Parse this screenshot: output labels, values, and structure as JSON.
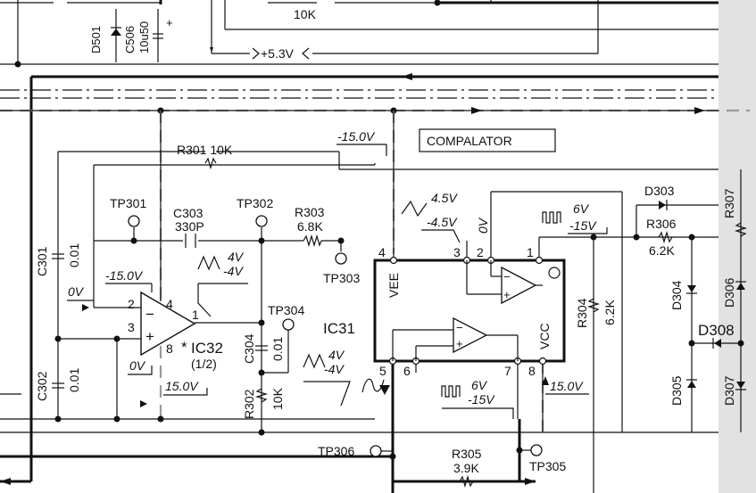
{
  "labels": {
    "d501": "D501",
    "c506": "C506",
    "c506_val": "10u50",
    "plus": "+",
    "r10k": "10K",
    "v53": "+5.3V",
    "comparator": "COMPALATOR",
    "r301": "R301 10K",
    "m15_top": "-15.0V",
    "tp301": "TP301",
    "c303": "C303",
    "c303_val": "330P",
    "tp302": "TP302",
    "r303": "R303",
    "r303_val": "6.8K",
    "tp303": "TP303",
    "c301": "C301",
    "c301_val": "0.01",
    "m15_left": "-15.0V",
    "zero_v_left": "0V",
    "pin2": "2",
    "pin3": "3",
    "pin4": "4",
    "pin1": "1",
    "pin8": "8",
    "wave_4v_a": "4V",
    "wave_m4v_a": "-4V",
    "ic32": "IC32",
    "ic32_half": "(1/2)",
    "star": "*",
    "c304": "C304",
    "c304_val": "0.01",
    "tp304": "TP304",
    "zero_v_mid": "0V",
    "v15_left": "15.0V",
    "c302": "C302",
    "c302_val": "0.01",
    "r302": "R302",
    "r302_val": "10K",
    "wave_4v_b": "4V",
    "wave_m4v_b": "-4V",
    "ic31": "IC31",
    "vee": "VEE",
    "vcc": "VCC",
    "p4": "4",
    "p3": "3",
    "p2": "2",
    "p1": "1",
    "p5": "5",
    "p6": "6",
    "p7": "7",
    "p8": "8",
    "w45": "4.5V",
    "wm45": "-4.5V",
    "w0v": "0V",
    "w6v_a": "6V",
    "wm15_a": "-15V",
    "w6v_b": "6V",
    "wm15_b": "-15V",
    "v15_right": "15.0V",
    "r304": "R304",
    "r304_val": "6.2K",
    "d303": "D303",
    "r306": "R306",
    "r306_val": "6.2K",
    "r307": "R307",
    "d304": "D304",
    "d306": "D306",
    "d308": "D308",
    "d305": "D305",
    "d307": "D307",
    "tp306": "TP306",
    "r305": "R305",
    "r305_val": "3.9K",
    "tp305": "TP305"
  }
}
